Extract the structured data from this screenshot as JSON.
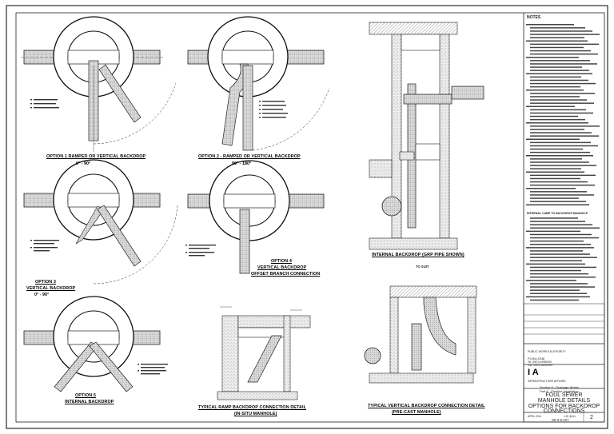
{
  "drawing": {
    "option1": {
      "title": "OPTION 1 RAMPED OR VERTICAL BACKDROP",
      "range": "0° - 90°"
    },
    "option2": {
      "title": "OPTION 2 - RAMPED OR VERTICAL BACKDROP",
      "range": "90° - 180°"
    },
    "option3": {
      "title": "OPTION 3",
      "subtitle": "VERTICAL BACKDROP",
      "range": "0° - 90°"
    },
    "option4": {
      "title": "OPTION 4",
      "subtitle": "VERTICAL BACKDROP",
      "sub2": "OFFSET BRANCH CONNECTION"
    },
    "option5": {
      "title": "OPTION 5",
      "subtitle": "INTERNAL BACKDROP"
    },
    "internal_detail": {
      "title": "INTERNAL BACKDROP (GRP PIPE SHOWN)"
    },
    "ramp_detail": {
      "title": "TYPICAL RAMP BACKDROP CONNECTION DETAIL",
      "subtitle": "(IN-SITU MANHOLE)"
    },
    "vertical_detail": {
      "title": "TYPICAL VERTICAL BACKDROP CONNECTION DETAIL",
      "subtitle": "(PRE-CAST MANHOLE)"
    },
    "leader_label": "TO SUIT"
  },
  "notes": {
    "heading": "NOTES",
    "subheading": "INTERNAL CUBE TO BACKDROP MANHOLE"
  },
  "title_block": {
    "authority": "PUBLIC WORKS AUTHORITY",
    "address_lines": [
      "P.O.Box 22188",
      "Tel: 00974 44950000",
      "Fax: 00974 44950999"
    ],
    "logo": "I A",
    "dept": "INFRASTRUCTURE AFFAIRS",
    "section_lines": [
      "Section 8 - Drainage Works",
      "Part 6 - Pipeline Installation"
    ],
    "drawing_title_lines": [
      "FOUL SEWER",
      "MANHOLE DETAILS",
      "OPTIONS FOR BACKDROP",
      "CONNECTIONS"
    ],
    "date": "APRIL 2014",
    "scale": "1:20 @ A1",
    "drawing_no": "SD 8-6-227",
    "revision": "2"
  }
}
